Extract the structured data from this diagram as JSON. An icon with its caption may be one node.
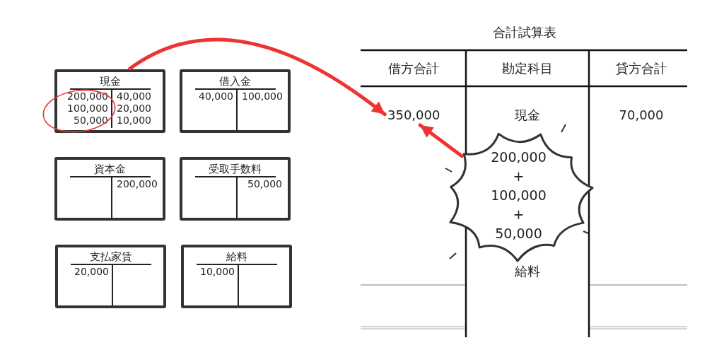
{
  "diagram": {
    "title": "合計試算表",
    "nodes": [
      {
        "text": [
          "現金",
          "200,000 100,000 50,000",
          "40,000 20,000 10,000"
        ]
      },
      {
        "text": [
          "借入金",
          "40,000",
          "100,000"
        ]
      },
      {
        "text": [
          "資本金",
          "200,000"
        ]
      },
      {
        "text": [
          "受取手数料",
          "50,000"
        ]
      },
      {
        "text": [
          "支払家賃",
          "20,000"
        ]
      },
      {
        "text": [
          "給料",
          "10,000"
        ]
      },
      {
        "text": [
          "借方合計"
        ]
      },
      {
        "text": [
          "勘定科目"
        ]
      },
      {
        "text": [
          "貸方合計"
        ]
      },
      {
        "text": [
          "350,000"
        ]
      },
      {
        "text": [
          "現金"
        ]
      },
      {
        "text": [
          "70,000"
        ]
      },
      {
        "text": [
          "給料"
        ]
      },
      {
        "text": [
          "200,000 + 100,000 + 50,000"
        ]
      }
    ],
    "edges": [
      {
        "from": 0,
        "to": 9,
        "arrow": "to",
        "color": "#ee3333"
      },
      {
        "from": 13,
        "to": 9,
        "arrow": "to",
        "color": "#ee3333"
      }
    ]
  }
}
